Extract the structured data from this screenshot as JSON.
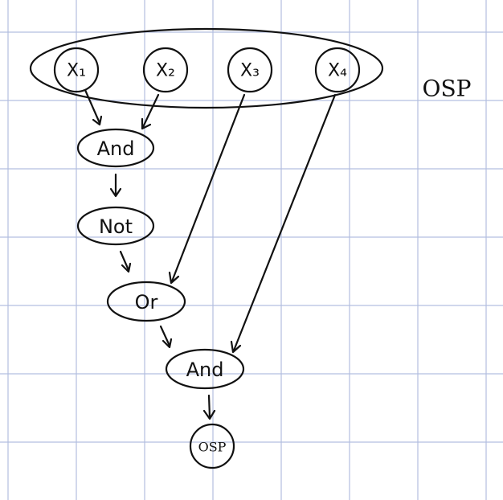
{
  "diagram": {
    "group_label": "OSP",
    "inputs": [
      {
        "id": "x1",
        "label": "X₁"
      },
      {
        "id": "x2",
        "label": "X₂"
      },
      {
        "id": "x3",
        "label": "X₃"
      },
      {
        "id": "x4",
        "label": "X₄"
      }
    ],
    "gates": [
      {
        "id": "and1",
        "label": "And"
      },
      {
        "id": "not1",
        "label": "Not"
      },
      {
        "id": "or1",
        "label": "Or"
      },
      {
        "id": "and2",
        "label": "And"
      }
    ],
    "output": {
      "id": "out",
      "label": "OSP"
    },
    "edges": [
      {
        "from": "x1",
        "to": "and1"
      },
      {
        "from": "x2",
        "to": "and1"
      },
      {
        "from": "and1",
        "to": "not1"
      },
      {
        "from": "not1",
        "to": "or1"
      },
      {
        "from": "x3",
        "to": "or1"
      },
      {
        "from": "or1",
        "to": "and2"
      },
      {
        "from": "x4",
        "to": "and2"
      },
      {
        "from": "and2",
        "to": "out"
      }
    ]
  }
}
